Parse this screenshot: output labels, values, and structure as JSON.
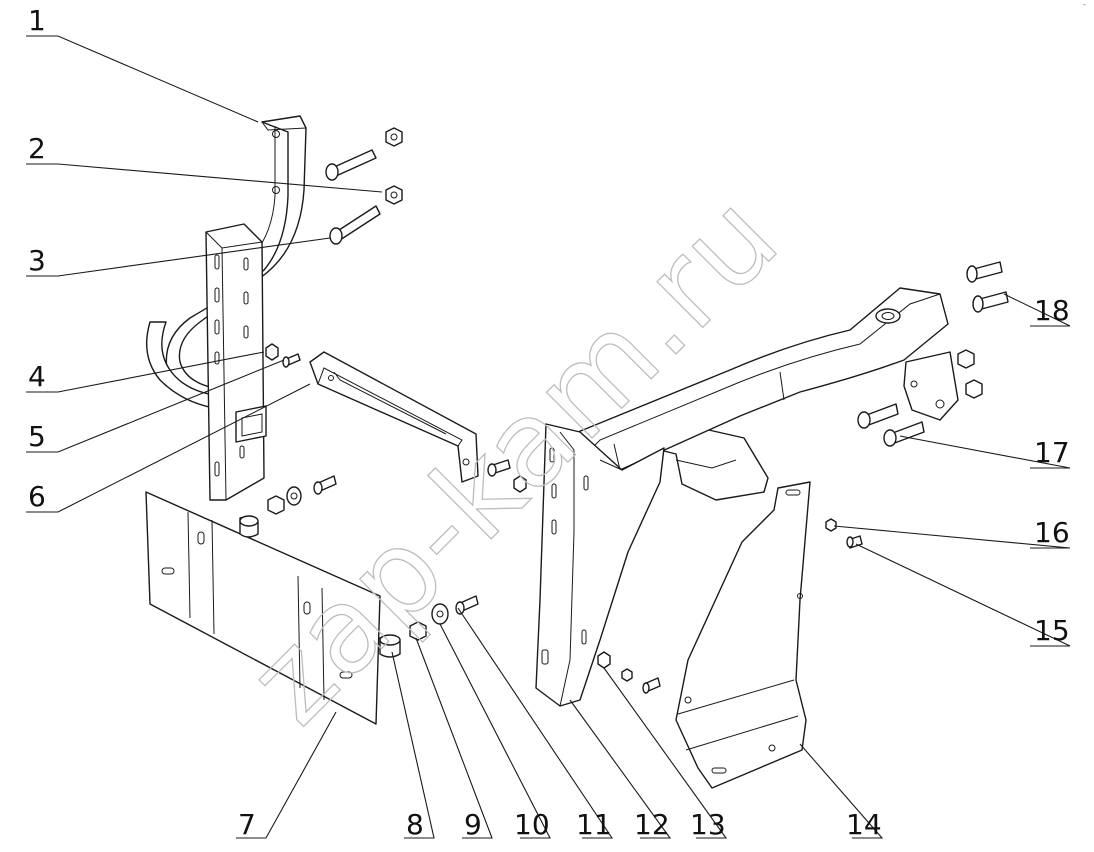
{
  "watermark": "zap-kam.ru",
  "corner_mark": "‐",
  "callouts": [
    {
      "label": "1"
    },
    {
      "label": "2"
    },
    {
      "label": "3"
    },
    {
      "label": "4"
    },
    {
      "label": "5"
    },
    {
      "label": "6"
    },
    {
      "label": "7"
    },
    {
      "label": "8"
    },
    {
      "label": "9"
    },
    {
      "label": "10"
    },
    {
      "label": "11"
    },
    {
      "label": "12"
    },
    {
      "label": "13"
    },
    {
      "label": "14"
    },
    {
      "label": "15"
    },
    {
      "label": "16"
    },
    {
      "label": "17"
    },
    {
      "label": "18"
    }
  ]
}
